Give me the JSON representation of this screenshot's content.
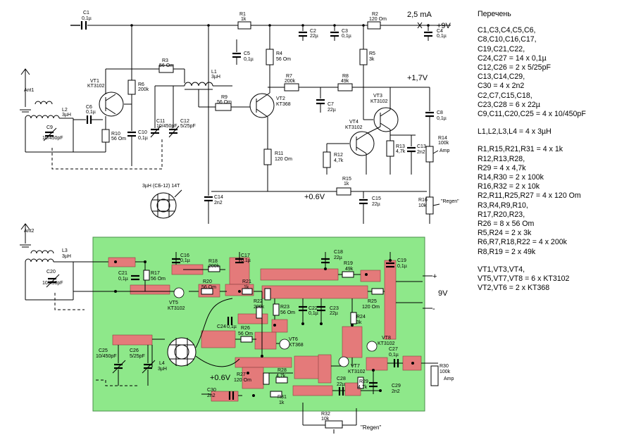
{
  "schematic": {
    "labels": {
      "c1": "C1",
      "c1_val": "0,1µ",
      "r1": "R1",
      "r1_val": "1k",
      "r2": "R2",
      "r2_val": "120 Om",
      "current": "2,5 mA",
      "vplus": "+9V",
      "c2": "C2",
      "c2_val": "22µ",
      "c3": "C3",
      "c3_val": "0,1µ",
      "c4": "C4",
      "c4_val": "0,1µ",
      "c5": "C5",
      "c5_val": "0,1µ",
      "r4": "R4",
      "r4_val": "56 Om",
      "r5": "R5",
      "r5_val": "3k",
      "r7": "R7",
      "r7_val": "200k",
      "r8": "R8",
      "r8_val": "49k",
      "v17": "+1,7V",
      "r3": "R3",
      "r3_val": "56 Om",
      "l1": "L1",
      "l1_val": "3µH",
      "vt1": "VT1",
      "vt1_type": "KT3102",
      "r6": "R6",
      "r6_val": "200k",
      "r9": "R9",
      "r9_val": "56 Om",
      "vt2": "VT2",
      "vt2_type": "KT368",
      "vt3": "VT3",
      "vt3_type": "KT3102",
      "c7": "C7",
      "c7_val": "22µ",
      "c8": "C8",
      "c8_val": "0,1µ",
      "ant1": "Ant1",
      "l2": "L2",
      "l2_val": "3µH",
      "c6": "C6",
      "c6_val": "0,1µ",
      "c9": "C9",
      "c9_val": "10/450pF",
      "r10": "R10",
      "r10_val": "56 Om",
      "c10": "C10",
      "c10_val": "0,1µ",
      "c11": "C11",
      "c11_val": "10/450pF",
      "c12": "C12",
      "c12_val": "5/25pF",
      "vt4": "VT4",
      "vt4_type": "KT3102",
      "r12": "R12",
      "r12_val": "4,7k",
      "r13": "R13",
      "r13_val": "4,7k",
      "c13": "C13",
      "c13_val": "2n2",
      "r14": "R14",
      "r14_val": "100k",
      "amp": "Amp",
      "r11": "R11",
      "r11_val": "120 Om",
      "coil_spec": "3µH (CБ-12) 14T",
      "r15": "R15",
      "r15_val": "1k",
      "v06": "+0.6V",
      "c14": "C14",
      "c14_val": "2n2",
      "c15": "C15",
      "c15_val": "22µ",
      "r16": "R16",
      "r16_val": "10k",
      "regen": "\"Regen\"",
      "ant2": "Ant2",
      "l3": "L3",
      "l3_val": "3µH",
      "c20": "C20",
      "c20_val": "10/450pF",
      "c16": "C16",
      "c16_val": "0,1µ",
      "r18": "R18",
      "r18_val": "200k",
      "c17": "C17",
      "c17_val": "0,1µ",
      "c18": "C18",
      "c18_val": "22µ",
      "c19": "C19",
      "c19_val": "0,1µ",
      "c21": "C21",
      "c21_val": "0,1µ",
      "r17": "R17",
      "r17_val": "56 Om",
      "r20": "R20",
      "r20_val": "56 Om",
      "vt5": "VT5",
      "vt5_type": "KT3102",
      "r21": "R21",
      "r21_val": "1k",
      "r19": "R19",
      "r19_val": "49k",
      "plus": "+",
      "minus": "-",
      "nine_v": "9V",
      "r22": "R22",
      "r22_val": "200k",
      "r23": "R23",
      "r23_val": "56 Om",
      "c22": "C22",
      "c22_val": "0,1µ",
      "c23": "C23",
      "c23_val": "22µ",
      "r25": "R25",
      "r25_val": "120 Om",
      "c24": "C24",
      "c24_val": "0,1µ",
      "r26": "R26",
      "r26_val": "56 Om",
      "vt6": "VT6",
      "vt6_type": "KT368",
      "r24": "R24",
      "r24_val": "3k",
      "vt8": "VT8",
      "vt8_type": "KT3102",
      "c25": "C25",
      "c25_val": "10/450pF",
      "c26": "C26",
      "c26_val": "5/25pF",
      "l4": "L4",
      "l4_val": "3µH",
      "c27": "C27",
      "c27_val": "0,1µ",
      "vt7": "VT7",
      "vt7_type": "KT3102",
      "v06b": "+0.6V",
      "r27": "R27",
      "r27_val": "120 Om",
      "r28": "R28",
      "r28_val": "4,7k",
      "c28": "C28",
      "c28_val": "22µ",
      "r29": "R29",
      "r29_val": "4,7k",
      "c29": "C29",
      "c29_val": "2n2",
      "r30": "R30",
      "r30_val": "100k",
      "c30": "C30",
      "c30_val": "2n2",
      "r31": "R31",
      "r31_val": "1k",
      "r32": "R32",
      "r32_val": "10k",
      "amp2": "Amp",
      "regen2": "\"Regen\""
    }
  },
  "parts_list": {
    "title": "Перечень",
    "lines": [
      "C1,C3,C4,C5,C6,",
      "C8,C10,C16,C17,",
      "C19,C21,C22,",
      "C24,C27  = 14 x 0,1µ",
      "C12,C26  = 2 x 5/25pF",
      "C13,C14,C29,",
      "C30  = 4 x 2n2",
      "C2,C7,C15,C18,",
      "C23,C28  = 6 x 22µ",
      "C9,C11,C20,C25  = 4 x 10/450pF",
      "",
      "L1,L2,L3,L4  = 4 x 3µH",
      "",
      "R1,R15,R21,R31  = 4 x 1k",
      "R12,R13,R28,",
      "R29  = 4 x 4,7k",
      "R14,R30  = 2 x 100k",
      "R16,R32  = 2 x 10k",
      "R2,R11,R25,R27  = 4 x 120 Om",
      "R3,R4,R9,R10,",
      "R17,R20,R23,",
      "R26  = 8 x 56 Om",
      "R5,R24  = 2 x 3k",
      "R6,R7,R18,R22  = 4 x 200k",
      "R8,R19  = 2 x 49k",
      "",
      "VT1,VT3,VT4,",
      "VT5,VT7,VT8  = 6 x KT3102",
      "VT2,VT6  = 2 x KT368"
    ]
  },
  "colors": {
    "pcb_board": "#8ee88a",
    "pads": "#e47a7a",
    "lines": "#000000"
  }
}
